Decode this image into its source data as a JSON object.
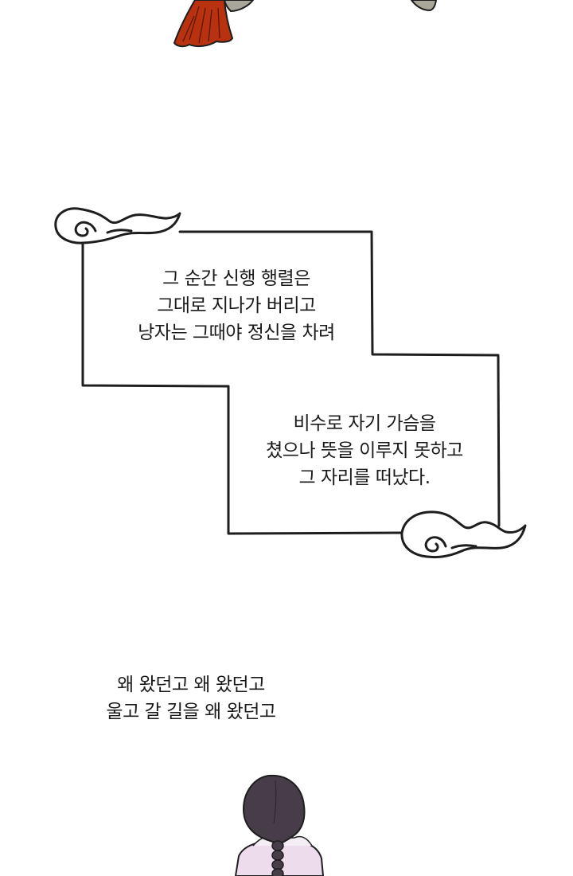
{
  "panel_top": {
    "figure": "red-tassel-and-grey-robe",
    "colors": {
      "tassel": "#b8320f",
      "robe": "#a9a79a",
      "outline": "#1e1e1e"
    }
  },
  "narration_box": {
    "style": "cloud-scroll-frame",
    "part1": {
      "lines": [
        "그 순간 신행 행렬은",
        "그대로 지나가 버리고",
        "낭자는 그때야 정신을 차려"
      ]
    },
    "part2": {
      "lines": [
        "비수로 자기 가슴을",
        "쳤으나 뜻을 이루지 못하고",
        "그 자리를 떠났다."
      ]
    },
    "frame_color": "#1e1e1e"
  },
  "song_caption": {
    "lines": [
      "왜 왔던고 왜 왔던고",
      "울고 갈 길을 왜 왔던고"
    ]
  },
  "panel_bottom": {
    "figure": "girl-with-braid-from-behind",
    "colors": {
      "hair": "#463d48",
      "jacket": "#ecdcec",
      "outline": "#1e1e1e"
    }
  }
}
